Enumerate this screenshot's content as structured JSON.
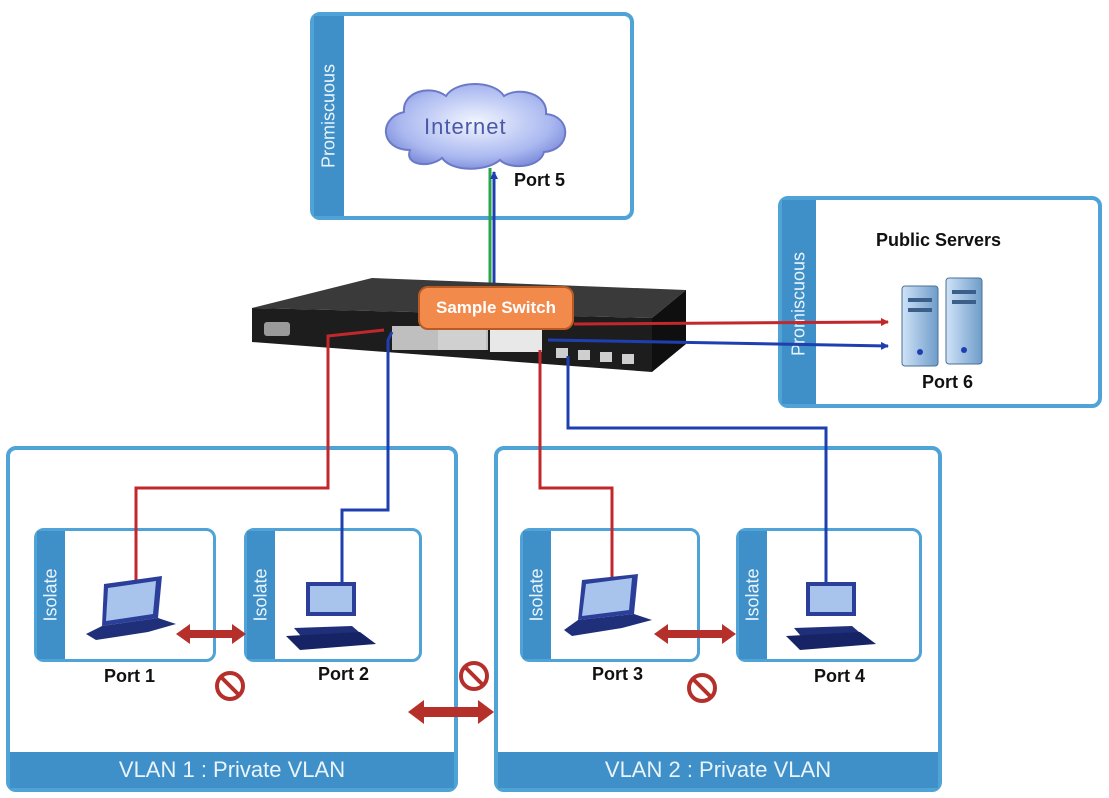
{
  "promiscuous_label": "Promiscuous",
  "isolate_label": "Isolate",
  "internet": "Internet",
  "switch_name": "Sample Switch",
  "public_servers": "Public Servers",
  "ports": {
    "p1": "Port 1",
    "p2": "Port 2",
    "p3": "Port 3",
    "p4": "Port 4",
    "p5": "Port 5",
    "p6": "Port 6"
  },
  "vlans": {
    "v1": "VLAN 1 : Private VLAN",
    "v2": "VLAN 2 : Private VLAN"
  },
  "colors": {
    "frame": "#4fa3d6",
    "bar": "#3f8fc8",
    "red_link": "#c0282b",
    "blue_link": "#1f3fb0",
    "green_link": "#2aa34a",
    "blocked": "#b5302a"
  }
}
